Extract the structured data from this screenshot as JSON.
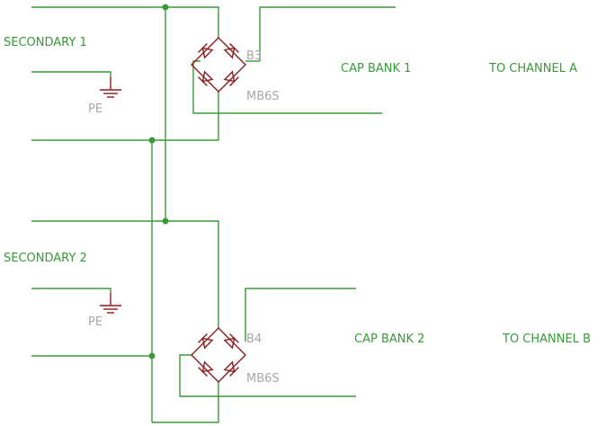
{
  "colors": {
    "wire": "#3a9a3a",
    "symbol": "#8a1c1c",
    "part_label": "#a8a8a8",
    "background": "#ffffff"
  },
  "labels": {
    "secondary_1": "SECONDARY 1",
    "secondary_2": "SECONDARY 2",
    "pe_1": "PE",
    "pe_2": "PE",
    "bridge_1_ref": "B3",
    "bridge_1_value": "MB6S",
    "bridge_2_ref": "B4",
    "bridge_2_value": "MB6S",
    "cap_bank_1": "CAP BANK 1",
    "cap_bank_2": "CAP BANK 2",
    "to_channel_a": "TO CHANNEL A",
    "to_channel_b": "TO CHANNEL B"
  },
  "icons": {
    "ground": "ground-icon",
    "bridge_rectifier": "bridge-rectifier-icon",
    "diode": "diode-icon",
    "junction": "junction-dot-icon"
  }
}
